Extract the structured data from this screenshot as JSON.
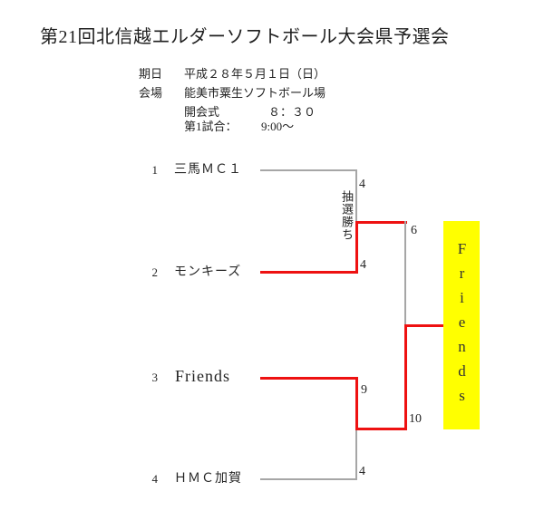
{
  "page": {
    "title": "第21回北信越エルダーソフトボール大会県予選会"
  },
  "info": {
    "date": {
      "label": "期日",
      "value": "平成２８年５月１日（日）"
    },
    "venue": {
      "label": "会場",
      "value": "能美市粟生ソフトボール場"
    },
    "ceremony": {
      "label": "開会式",
      "value": "８：３０"
    },
    "first_game": {
      "label": "第1試合：",
      "value": "9:00～"
    }
  },
  "bracket": {
    "teams": [
      {
        "seed": "1",
        "name": "三馬ＭＣ１",
        "score": "4"
      },
      {
        "seed": "2",
        "name": "モンキーズ",
        "score": "4"
      },
      {
        "seed": "3",
        "name": "Friends",
        "score": "9"
      },
      {
        "seed": "4",
        "name": "ＨＭＣ加賀",
        "score": "4"
      }
    ],
    "final": {
      "top_score": "6",
      "bottom_score": "10"
    },
    "lottery_note": "抽選勝ち",
    "champion": "Friends"
  },
  "colors": {
    "winner_line": "#ee1111",
    "eliminated_line": "#a6a6a6",
    "champion_bg": "#ffff00"
  }
}
